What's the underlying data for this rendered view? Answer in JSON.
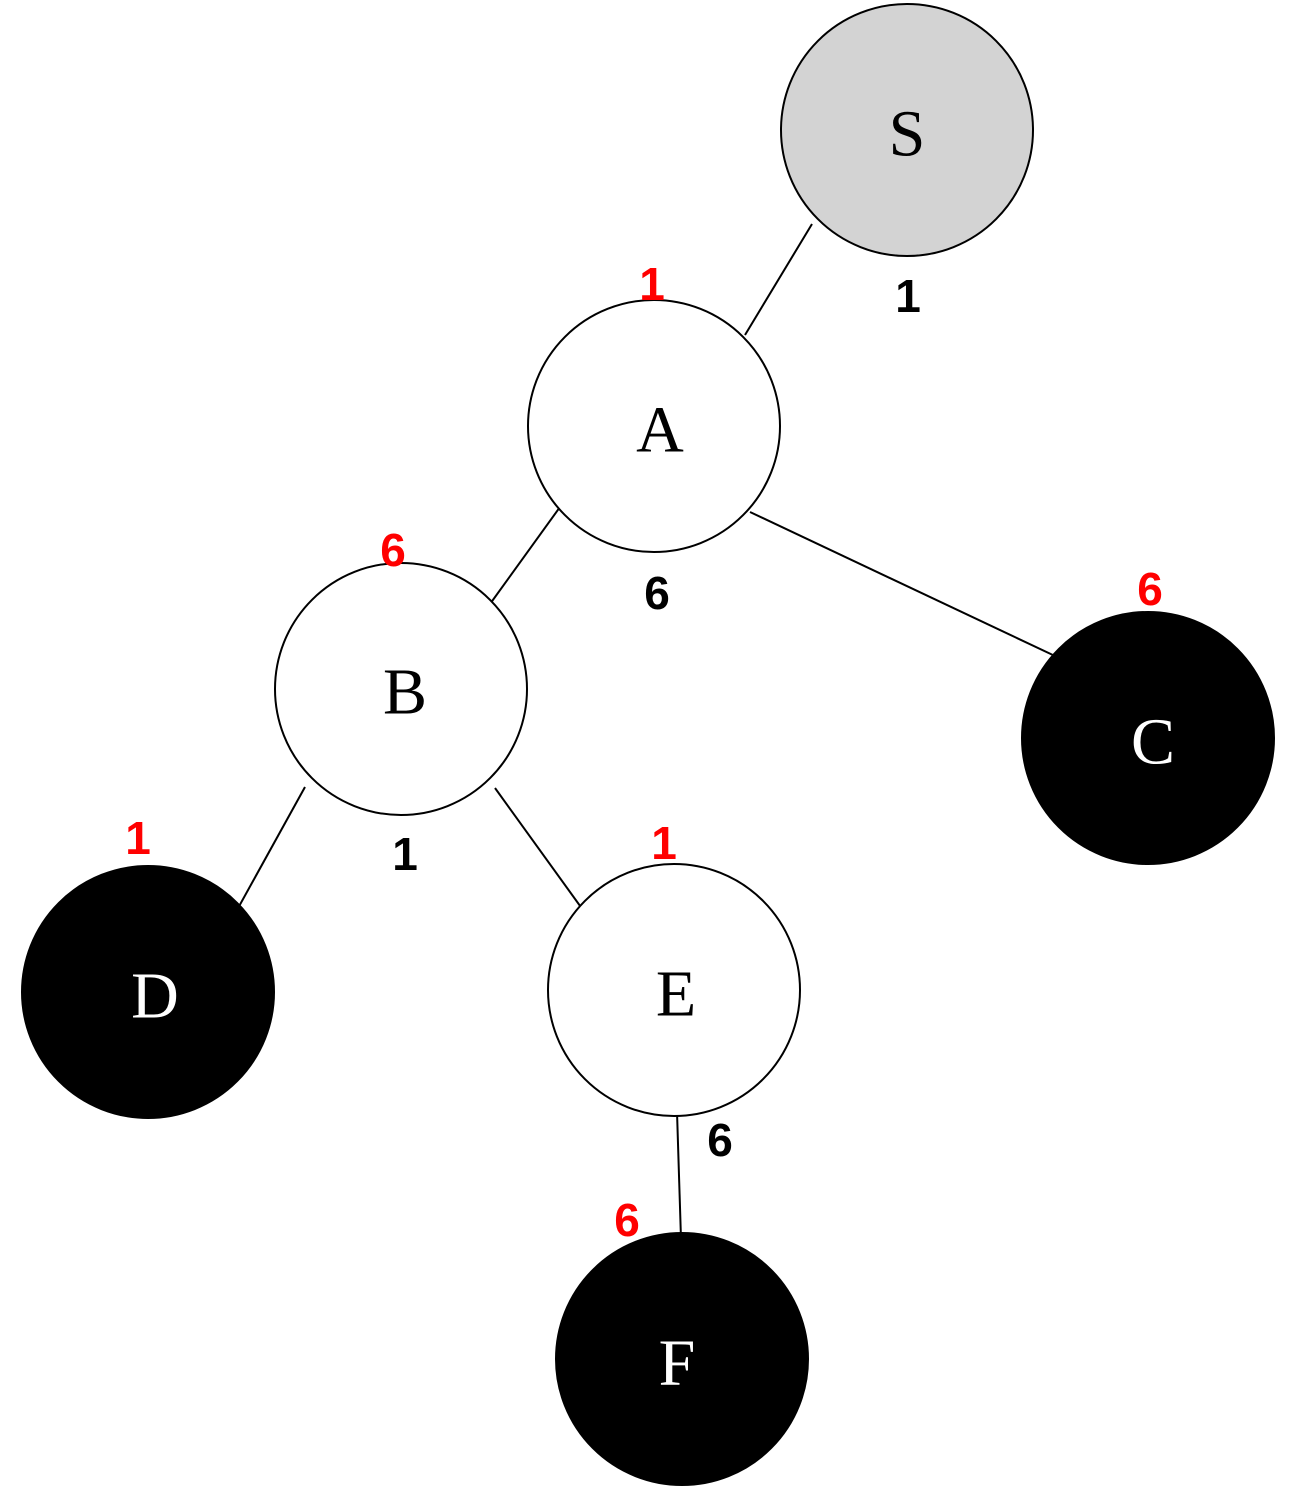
{
  "colors": {
    "root_fill": "#d3d3d3",
    "internal_fill": "#ffffff",
    "leaf_fill": "#000000",
    "stroke": "#000000",
    "red_weight": "#ff0000",
    "black_weight": "#000000"
  },
  "nodes": {
    "S": {
      "label": "S",
      "kind": "root"
    },
    "A": {
      "label": "A",
      "kind": "internal"
    },
    "B": {
      "label": "B",
      "kind": "internal"
    },
    "C": {
      "label": "C",
      "kind": "leaf"
    },
    "D": {
      "label": "D",
      "kind": "leaf"
    },
    "E": {
      "label": "E",
      "kind": "internal"
    },
    "F": {
      "label": "F",
      "kind": "leaf"
    }
  },
  "edges": [
    {
      "from": "S",
      "to": "A"
    },
    {
      "from": "A",
      "to": "B"
    },
    {
      "from": "A",
      "to": "C"
    },
    {
      "from": "B",
      "to": "D"
    },
    {
      "from": "B",
      "to": "E"
    },
    {
      "from": "E",
      "to": "F"
    }
  ],
  "weights": {
    "S_black": "1",
    "A_red": "1",
    "A_black": "6",
    "B_red": "6",
    "B_black": "1",
    "C_red": "6",
    "D_red": "1",
    "E_red": "1",
    "E_black": "6",
    "F_red": "6"
  }
}
